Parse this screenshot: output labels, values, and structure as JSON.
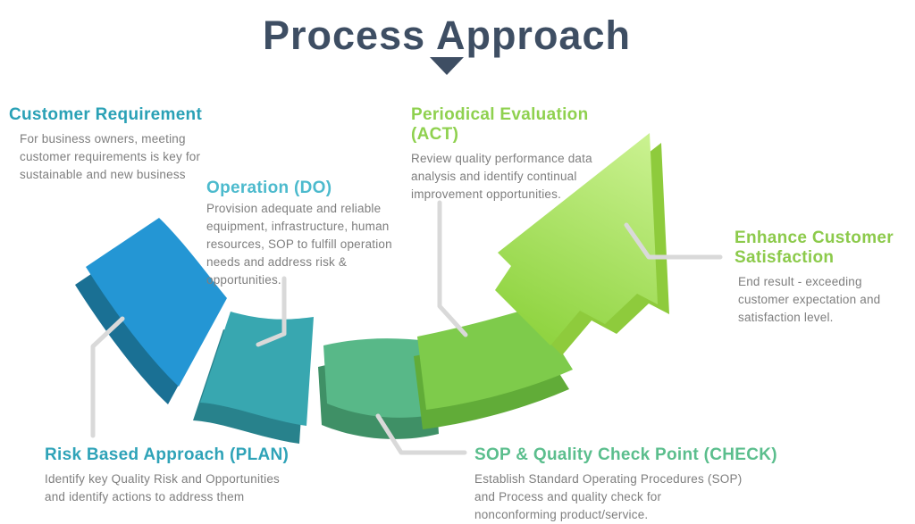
{
  "title": "Process Approach",
  "colors": {
    "title": "#3E4E63",
    "body_text": "#7E7E7E",
    "connector": "#D9D9D9",
    "arrow_tip": "#C9F18F",
    "arrow_tail": "#90D441",
    "arrow_side": "#8ECB3C"
  },
  "segments": [
    {
      "id": "plan-blue",
      "top": "#2496D4",
      "side": "#1A7094"
    },
    {
      "id": "do-teal",
      "top": "#38A7B0",
      "side": "#28828C"
    },
    {
      "id": "check-green",
      "top": "#58B888",
      "side": "#3F9066"
    },
    {
      "id": "act-lime",
      "top": "#7ECB4B",
      "side": "#61AC38"
    }
  ],
  "sections": [
    {
      "heading": "Customer Requirement",
      "color": "#2AA1B6",
      "lines": [
        "For business owners, meeting",
        "customer requirements is key for",
        "sustainable and new business"
      ]
    },
    {
      "heading": "Operation (DO)",
      "color": "#4CBACD",
      "lines": [
        "Provision adequate and reliable",
        "equipment, infrastructure, human",
        "resources, SOP to fulfill operation",
        "needs and address risk &",
        "opportunities."
      ]
    },
    {
      "heading": "Periodical Evaluation (ACT)",
      "color": "#8FD14F",
      "lines": [
        "Review quality performance data",
        "analysis and identify continual",
        "improvement opportunities."
      ]
    },
    {
      "heading": "Enhance Customer Satisfaction",
      "color": "#8CCA4B",
      "lines": [
        "End result - exceeding",
        "customer expectation and",
        "satisfaction level."
      ]
    },
    {
      "heading": "Risk Based Approach (PLAN)",
      "color": "#2FA3B8",
      "lines": [
        "Identify key Quality Risk and Opportunities",
        "and identify actions to address them"
      ]
    },
    {
      "heading": "SOP & Quality Check Point (CHECK)",
      "color": "#5BBE8D",
      "lines": [
        "Establish Standard Operating Procedures (SOP)",
        "and Process and quality check for",
        "nonconforming product/service."
      ]
    }
  ]
}
